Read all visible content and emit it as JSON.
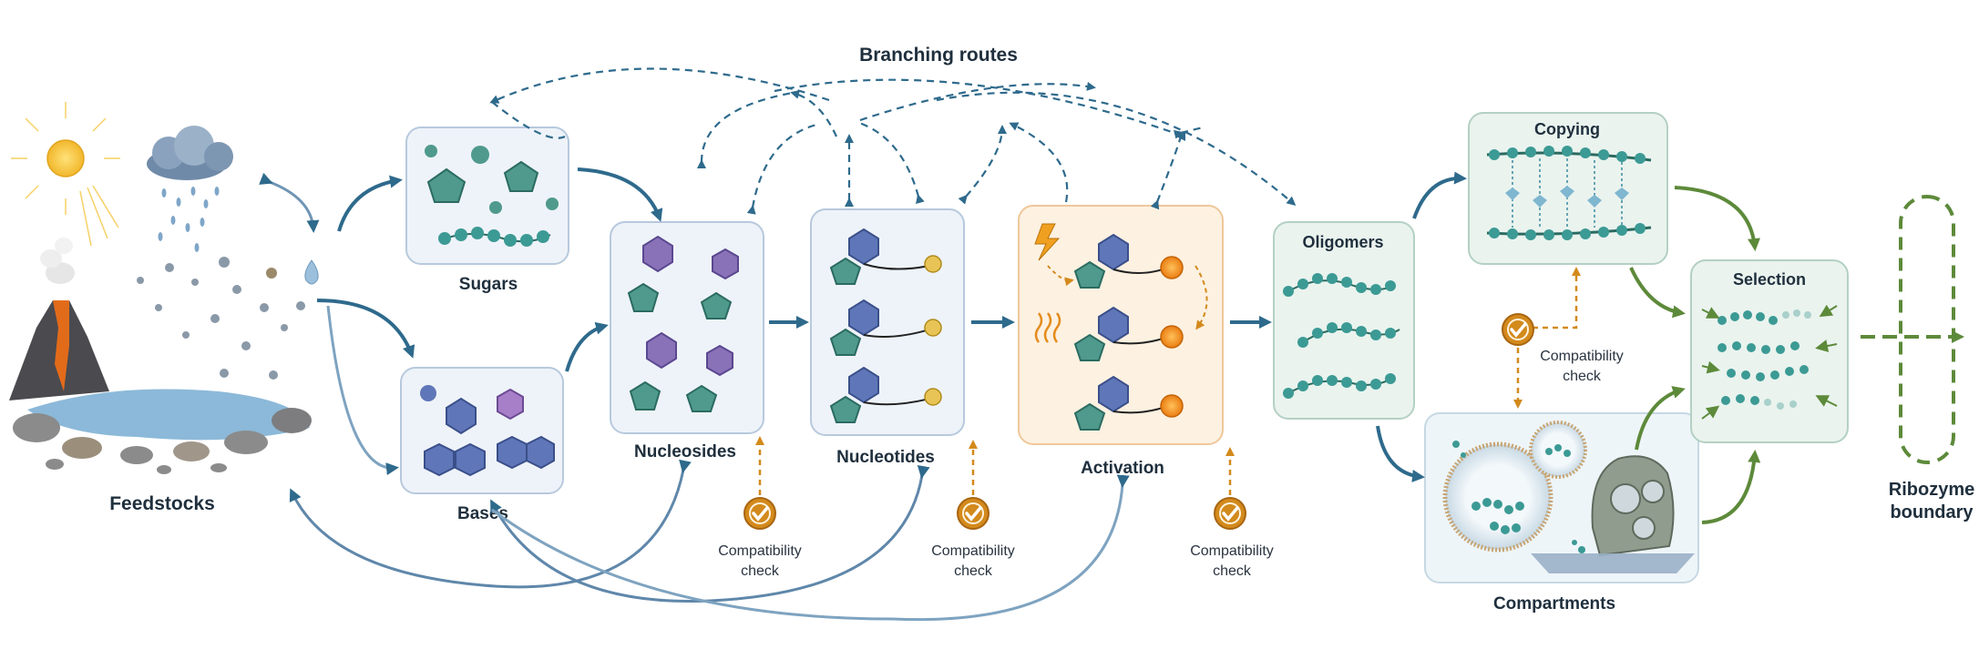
{
  "title": "Branching routes",
  "stages": {
    "feedstocks": "Feedstocks",
    "sugars": "Sugars",
    "bases": "Bases",
    "nucleosides": "Nucleosides",
    "nucleotides": "Nucleotides",
    "activation": "Activation",
    "oligomers": "Oligomers",
    "copying": "Copying",
    "compartments": "Compartments",
    "selection": "Selection",
    "ribozyme_line1": "Ribozyme",
    "ribozyme_line2": "boundary"
  },
  "checks": [
    {
      "line1": "Compatibility",
      "line2": "check"
    },
    {
      "line1": "Compatibility",
      "line2": "check"
    },
    {
      "line1": "Compatibility",
      "line2": "check"
    },
    {
      "line1": "Compatibility",
      "line2": "check"
    }
  ],
  "colors": {
    "route_blue": "#2e6a8c",
    "box_border": "#b7c9dd",
    "box_fill": "#eef3f9",
    "activation_fill": "#fdf1e1",
    "activation_border": "#efc79a",
    "green_fill": "#eaf3ee",
    "green_arrow": "#5d8a3a",
    "check_orange": "#d38a1c",
    "teal_bead": "#3c9a95",
    "hex_blue": "#5f77b8",
    "purple": "#8a72b8"
  }
}
